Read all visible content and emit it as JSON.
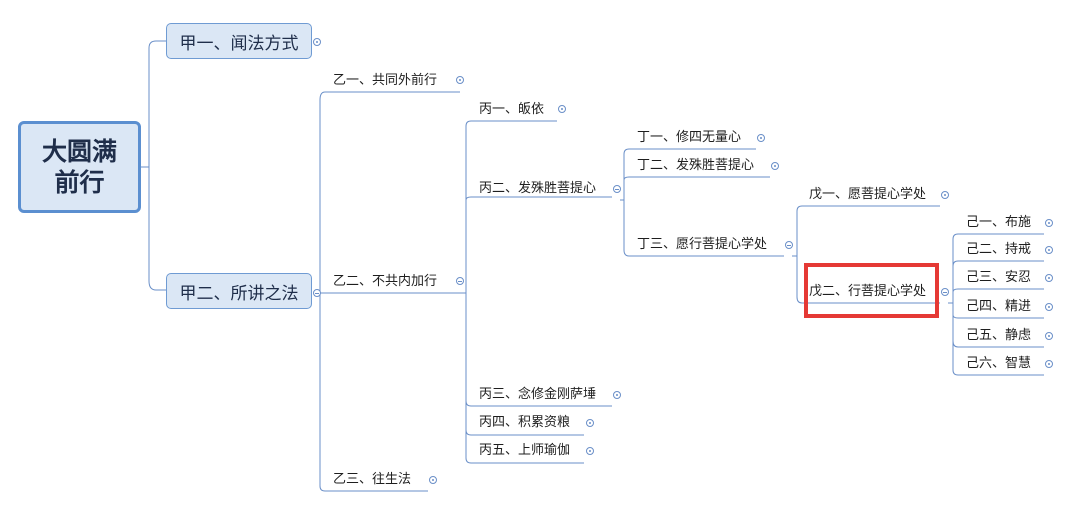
{
  "root": {
    "line1": "大圆满",
    "line2": "前行"
  },
  "jia1": "甲一、闻法方式",
  "jia2": "甲二、所讲之法",
  "yi1": "乙一、共同外前行",
  "yi2": "乙二、不共内加行",
  "yi3": "乙三、往生法",
  "bing1": "丙一、皈依",
  "bing2": "丙二、发殊胜菩提心",
  "bing3": "丙三、念修金刚萨埵",
  "bing4": "丙四、积累资粮",
  "bing5": "丙五、上师瑜伽",
  "ding1": "丁一、修四无量心",
  "ding2": "丁二、发殊胜菩提心",
  "ding3": "丁三、愿行菩提心学处",
  "wu1": "戊一、愿菩提心学处",
  "wu2": "戊二、行菩提心学处",
  "ji": [
    "己一、布施",
    "己二、持戒",
    "己三、安忍",
    "己四、精进",
    "己五、静虑",
    "己六、智慧"
  ],
  "colors": {
    "line": "#6a8fc8",
    "box_fill": "#dbe7f5",
    "box_border": "#6f9bd3",
    "highlight": "#e53935"
  }
}
